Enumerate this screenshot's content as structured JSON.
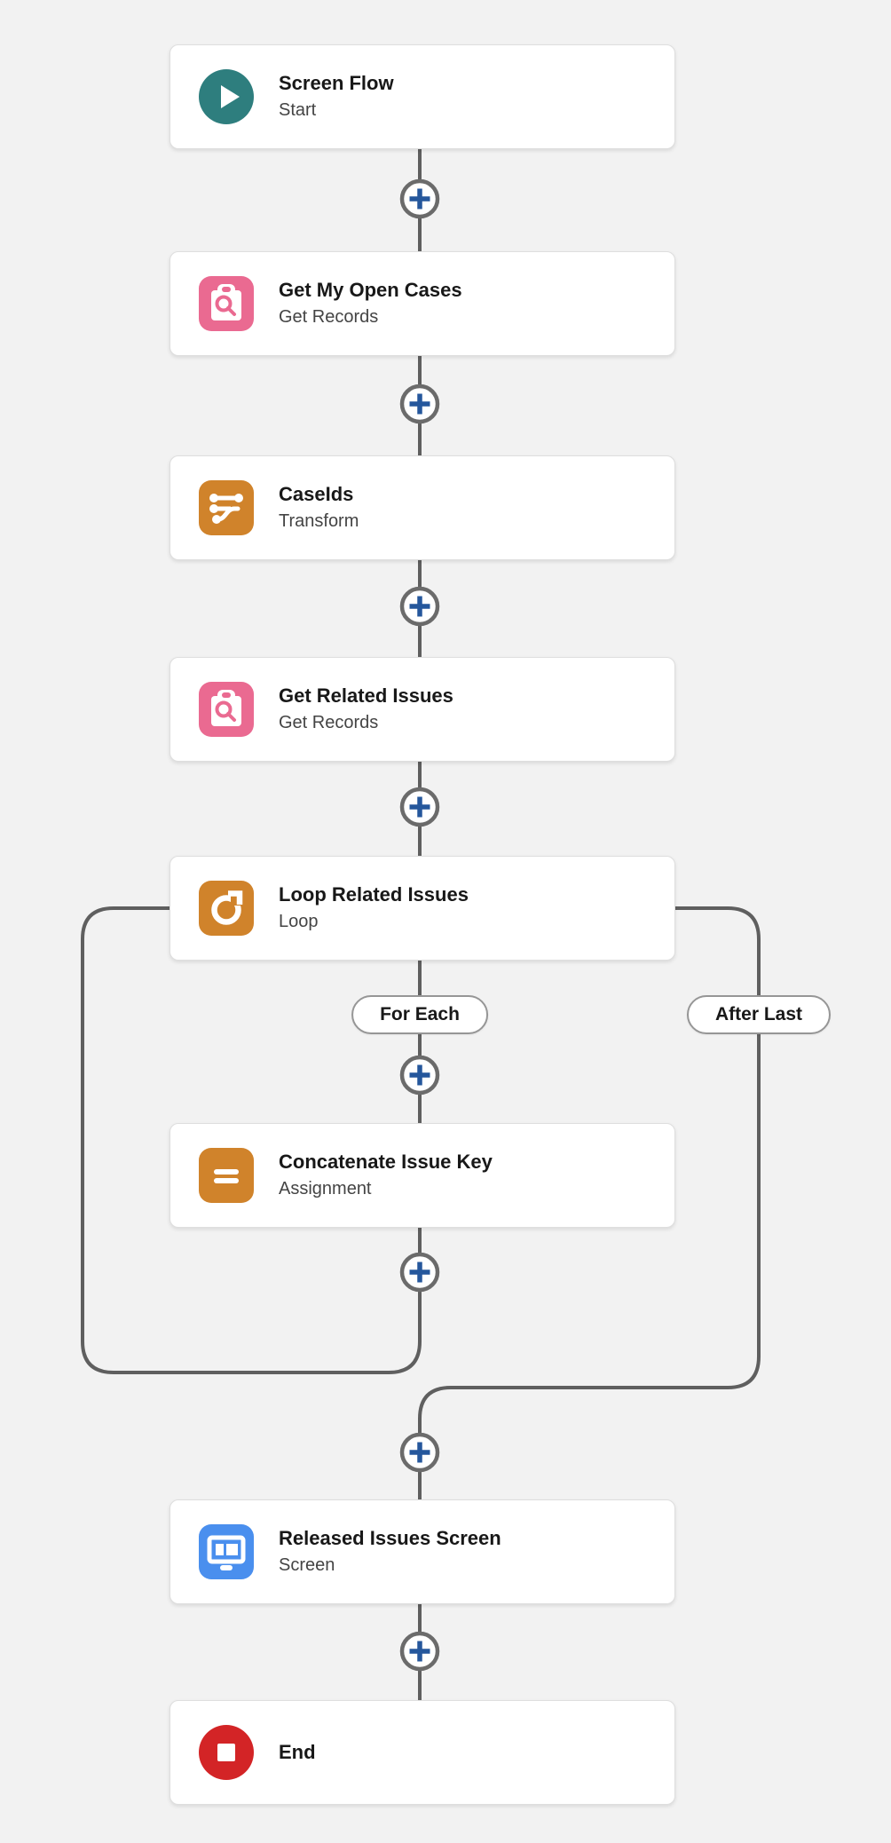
{
  "canvas": {
    "background_color": "#f2f2f2",
    "connector_color": "#5f5f5f",
    "plus_icon_color": "#25579c",
    "plus_circle_border_color": "#6b6b6b"
  },
  "nodes": [
    {
      "title": "Screen Flow",
      "subtitle": "Start",
      "icon": "play-icon",
      "color": "#2e7e7e"
    },
    {
      "title": "Get My Open Cases",
      "subtitle": "Get Records",
      "icon": "record-lookup-icon",
      "color": "#ea6a91"
    },
    {
      "title": "CaseIds",
      "subtitle": "Transform",
      "icon": "transform-icon",
      "color": "#d0832b"
    },
    {
      "title": "Get Related Issues",
      "subtitle": "Get Records",
      "icon": "record-lookup-icon",
      "color": "#ea6a91"
    },
    {
      "title": "Loop Related Issues",
      "subtitle": "Loop",
      "icon": "loop-icon",
      "color": "#d0832b"
    },
    {
      "title": "Concatenate Issue Key",
      "subtitle": "Assignment",
      "icon": "assignment-icon",
      "color": "#d0832b"
    },
    {
      "title": "Released Issues Screen",
      "subtitle": "Screen",
      "icon": "screen-icon",
      "color": "#4a8fee"
    },
    {
      "title": "End",
      "subtitle": "",
      "icon": "end-icon",
      "color": "#d32426"
    }
  ],
  "connectors": {
    "for_each_label": "For Each",
    "after_last_label": "After Last"
  }
}
